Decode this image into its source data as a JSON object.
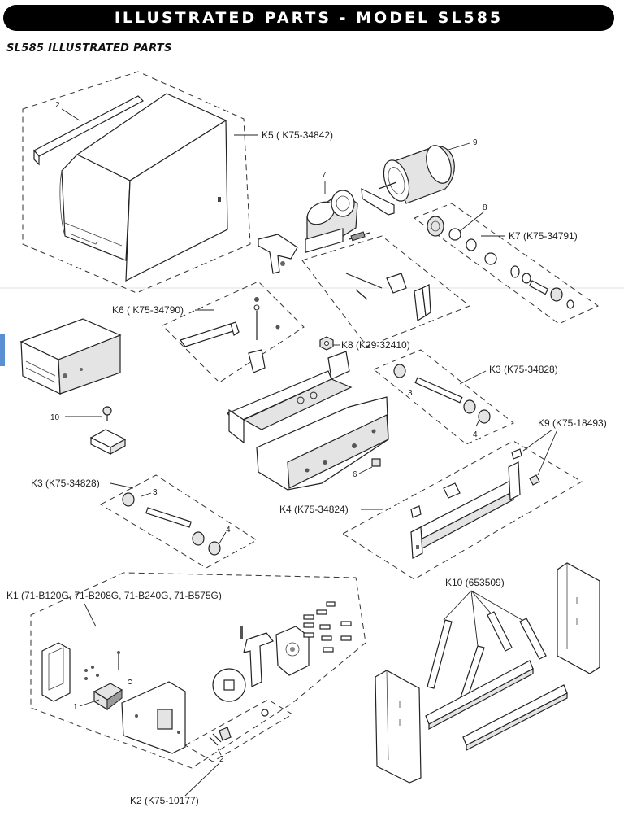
{
  "header": {
    "banner_title": "ILLUSTRATED PARTS - MODEL SL585",
    "subtitle": "SL585 ILLUSTRATED PARTS"
  },
  "callouts": {
    "k5": "K5 ( K75-34842)",
    "k6": "K6 ( K75-34790)",
    "k7": "K7 (K75-34791)",
    "k8": "K8 (K29-32410)",
    "k3_right": "K3 (K75-34828)",
    "k3_left": "K3 (K75-34828)",
    "k9": "K9 (K75-18493)",
    "k4": "K4 (K75-34824)",
    "k1": "K1 (71-B120G, 71-B208G, 71-B240G, 71-B575G)",
    "k10": "K10 (653509)",
    "k2": "K2 (K75-10177)"
  },
  "item_numbers": {
    "n2_top": "2",
    "n9": "9",
    "n7": "7",
    "n8": "8",
    "n3_right": "3",
    "n4_right": "4",
    "n10": "10",
    "n6": "6",
    "n3_left": "3",
    "n4_left": "4",
    "n1": "1",
    "n2_bottom": "2"
  }
}
